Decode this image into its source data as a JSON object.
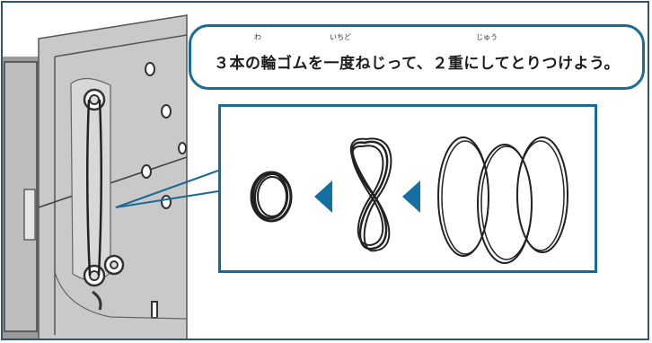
{
  "instruction": {
    "text": "３本の輪ゴムを一度ねじって、２重にしてとりつけよう。",
    "ruby": [
      {
        "base": "輪",
        "reading": "わ"
      },
      {
        "base": "一度",
        "reading": "いちど"
      },
      {
        "base": "重",
        "reading": "じゅう"
      }
    ]
  },
  "colors": {
    "border": "#2f5576",
    "accent": "#1b6a96",
    "arrow": "#1470a3",
    "panel": "#c8c8c8"
  },
  "steps": [
    {
      "name": "three-separate-rubber-bands-icon"
    },
    {
      "name": "twisted-figure-eight-icon"
    },
    {
      "name": "doubled-loop-icon"
    }
  ]
}
